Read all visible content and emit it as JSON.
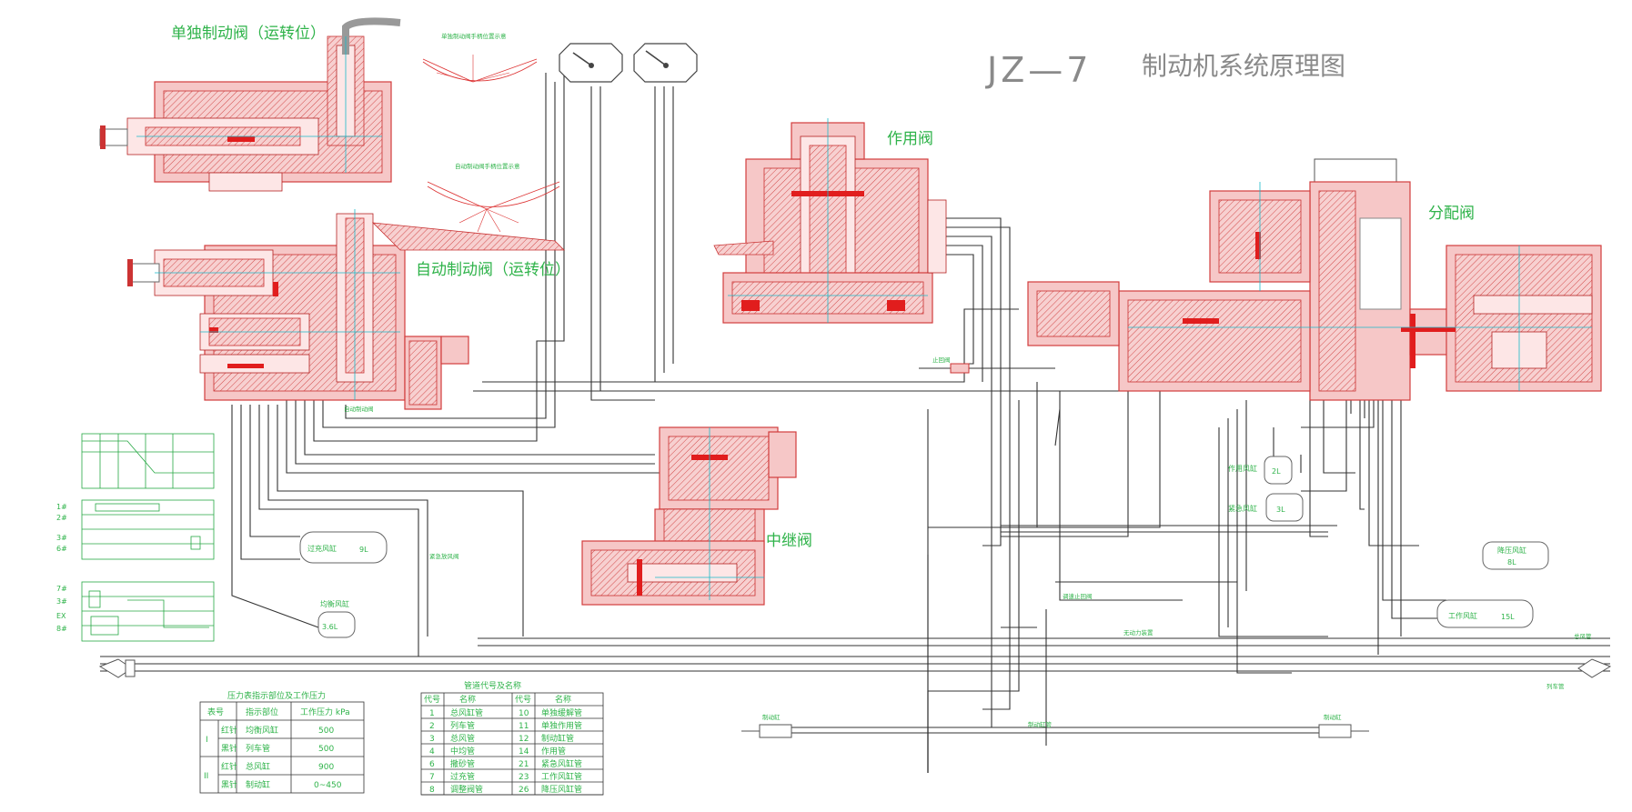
{
  "title": {
    "model": "JZ—7",
    "name": "制动机系统原理图"
  },
  "components": {
    "independent_brake_valve": "单独制动阀（运转位）",
    "automatic_brake_valve": "自动制动阀（运转位）",
    "action_valve": "作用阀",
    "distributing_valve": "分配阀",
    "relay_valve": "中继阀"
  },
  "tanks": [
    {
      "label": "过充风缸",
      "size": "9L"
    },
    {
      "label": "均衡风缸",
      "size": "3.6L"
    },
    {
      "label": "作用风缸",
      "size": "2L"
    },
    {
      "label": "紧急风缸",
      "size": "3L"
    },
    {
      "label": "降压风缸",
      "size": "8L"
    },
    {
      "label": "工作风缸",
      "size": "15L"
    }
  ],
  "minor_labels": {
    "total_reservoir_pipe": "总风管",
    "train_pipe": "列车管",
    "brake_cylinder_left": "制动缸",
    "brake_cylinder_right": "制动缸",
    "brake_cylinder_pipe": "制动缸管",
    "no_power_device": "无动力装置",
    "check_valve": "止回阀",
    "emergency_valve": "紧急放风阀",
    "auto_brake_label": "自动制动阀",
    "cutout_cock": "调速止回阀",
    "independent_handle_diagram": "单独制动阀手柄位置示意",
    "automatic_handle_diagram": "自动制动阀手柄位置示意"
  },
  "pressure_table": {
    "title": "压力表指示部位及工作压力",
    "headers": [
      "表号",
      "指示部位",
      "工作压力 kPa"
    ],
    "rows": [
      {
        "group": "I",
        "needle": "红针",
        "part": "均衡风缸",
        "pressure": "500"
      },
      {
        "group": "",
        "needle": "黑针",
        "part": "列车管",
        "pressure": "500"
      },
      {
        "group": "II",
        "needle": "红针",
        "part": "总风缸",
        "pressure": "900"
      },
      {
        "group": "",
        "needle": "黑针",
        "part": "制动缸",
        "pressure": "0~450"
      }
    ]
  },
  "pipe_table": {
    "title": "管道代号及名称",
    "headers": [
      "代号",
      "名称",
      "代号",
      "名称"
    ],
    "rows": [
      [
        "1",
        "总风缸管",
        "10",
        "单独缓解管"
      ],
      [
        "2",
        "列车管",
        "11",
        "单独作用管"
      ],
      [
        "3",
        "总风管",
        "12",
        "制动缸管"
      ],
      [
        "4",
        "中均管",
        "14",
        "作用管"
      ],
      [
        "6",
        "撒砂管",
        "21",
        "紧急风缸管"
      ],
      [
        "7",
        "过充管",
        "23",
        "工作风缸管"
      ],
      [
        "8",
        "调整阀管",
        "26",
        "降压风缸管"
      ]
    ]
  },
  "chart_rows": {
    "left_a": [
      "1#",
      "2#",
      "3#",
      "6#"
    ],
    "left_b": [
      "7#",
      "3#",
      "EX",
      "8#"
    ]
  },
  "colors": {
    "valve_pink": "#f6c7c7",
    "valve_red": "#e11d1d",
    "label_green": "#2fb34a",
    "pipe_black": "#333333",
    "title_grey": "#8a8a8a"
  }
}
